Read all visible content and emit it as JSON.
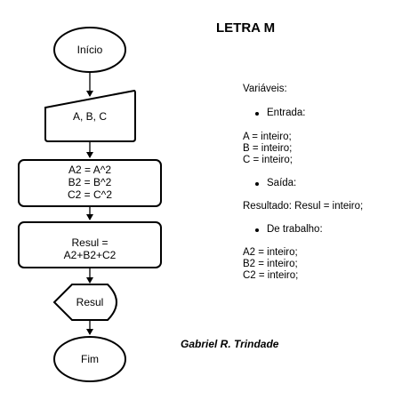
{
  "title": "LETRA M",
  "author": "Gabriel R. Trindade",
  "flowchart": {
    "start": "Início",
    "input": "A, B, C",
    "process1": [
      "A2 = A^2",
      "B2 = B^2",
      "C2 = C^2"
    ],
    "process2": [
      "Resul =",
      "A2+B2+C2"
    ],
    "output": "Resul",
    "end": "Fim"
  },
  "notes": {
    "heading": "Variáveis:",
    "entrada_label": "Entrada:",
    "entrada_items": [
      "A = inteiro;",
      "B = inteiro;",
      "C = inteiro;"
    ],
    "saida_label": "Saída:",
    "saida_items": [
      "Resultado: Resul = inteiro;"
    ],
    "trabalho_label": "De trabalho:",
    "trabalho_items": [
      "A2 = inteiro;",
      "B2 = inteiro;",
      "C2 = inteiro;"
    ]
  }
}
